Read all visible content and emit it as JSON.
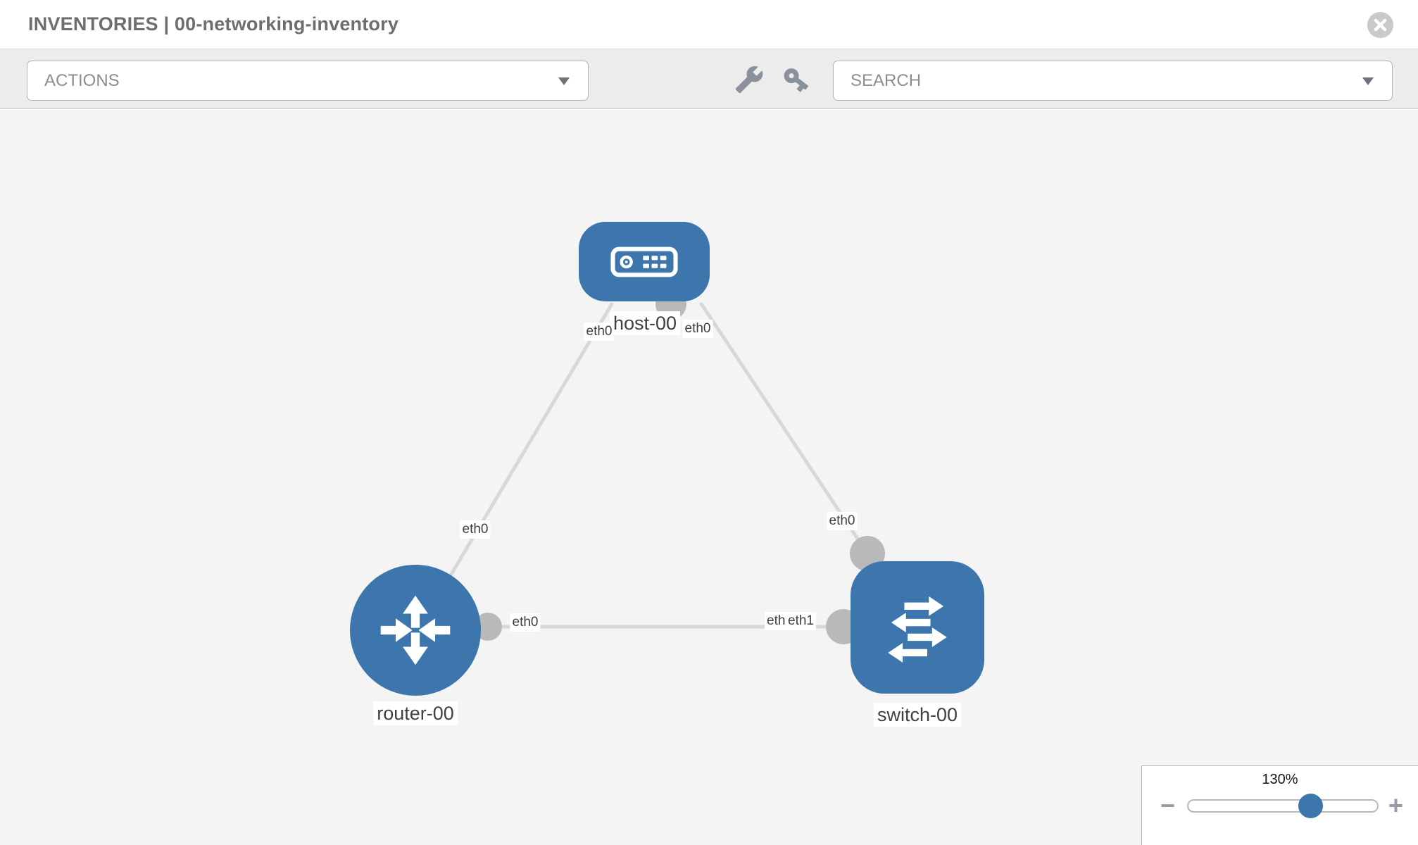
{
  "header": {
    "title": "INVENTORIES | 00-networking-inventory"
  },
  "toolbar": {
    "actions": {
      "label": "ACTIONS"
    },
    "search": {
      "placeholder": "SEARCH"
    },
    "icons": {
      "wrench": "wrench-icon",
      "key": "key-icon",
      "caret": "chevron-down-icon",
      "close": "circle-x-icon"
    }
  },
  "topology": {
    "nodes": [
      {
        "name": "host-00",
        "type": "host"
      },
      {
        "name": "router-00",
        "type": "router"
      },
      {
        "name": "switch-00",
        "type": "switch"
      }
    ],
    "links": [
      {
        "source": "host-00",
        "target": "router-00",
        "source_label": "eth0",
        "target_label": "eth0"
      },
      {
        "source": "host-00",
        "target": "switch-00",
        "source_label": "eth0",
        "target_label": "eth0"
      },
      {
        "source": "router-00",
        "target": "switch-00",
        "source_label": "eth0",
        "target_label": "eth1",
        "target_label_overlapped": "eth0"
      }
    ],
    "colors": {
      "node_fill": "#3c76ad",
      "link_stroke": "#d8d8d8",
      "port_fill": "#b9b9b9",
      "canvas_bg": "#f4f4f4"
    }
  },
  "zoom_control": {
    "value": "130%",
    "minus_label": "−",
    "plus_label": "+"
  }
}
